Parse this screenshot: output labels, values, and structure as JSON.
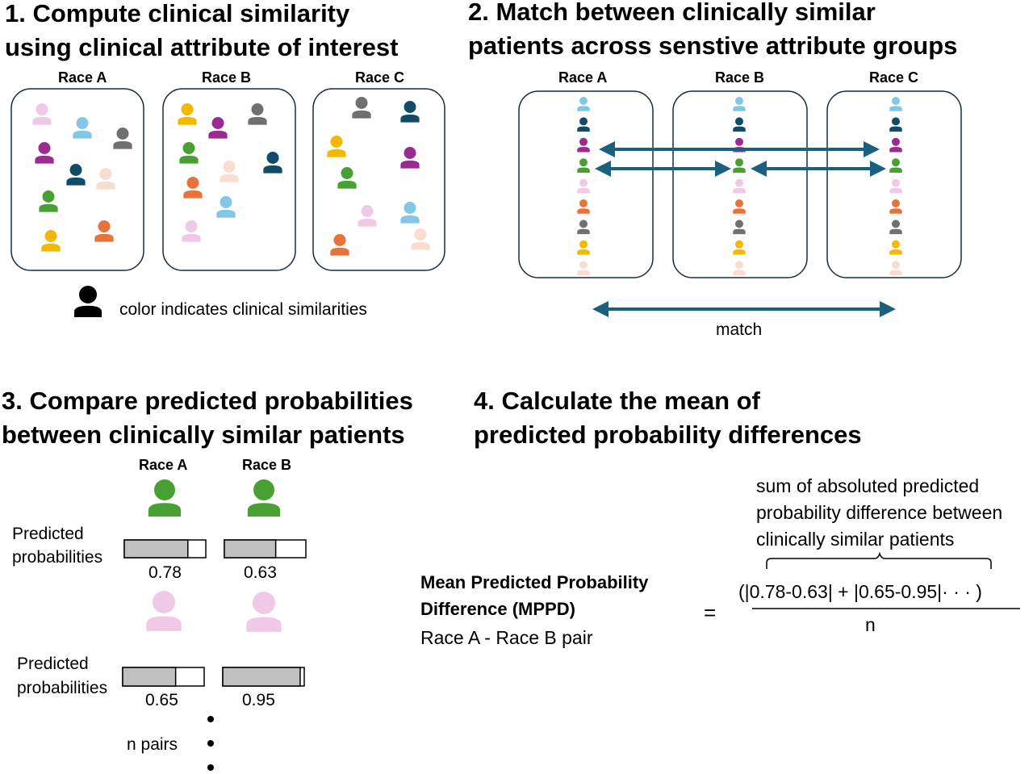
{
  "panel1": {
    "title_line1": "1. Compute clinical similarity",
    "title_line2": "using clinical attribute of interest",
    "groups": [
      "Race A",
      "Race B",
      "Race C"
    ],
    "legend": "color indicates clinical similarities"
  },
  "panel2": {
    "title_line1": "2. Match between clinically similar",
    "title_line2": "patients across senstive attribute groups",
    "groups": [
      "Race A",
      "Race B",
      "Race C"
    ],
    "match_label": "match"
  },
  "panel3": {
    "title_line1": "3. Compare predicted probabilities",
    "title_line2": "between clinically similar patients",
    "groups": [
      "Race A",
      "Race B"
    ],
    "row_label_line1": "Predicted",
    "row_label_line2": "probabilities",
    "pairs": [
      {
        "color": "green",
        "a": 0.78,
        "b": 0.63,
        "a_label": "0.78",
        "b_label": "0.63"
      },
      {
        "color": "pink",
        "a": 0.65,
        "b": 0.95,
        "a_label": "0.65",
        "b_label": "0.95"
      }
    ],
    "n_pairs": "n pairs"
  },
  "panel4": {
    "title_line1": "4. Calculate the mean of",
    "title_line2": "predicted probability differences",
    "brace_line1": "sum of absoluted predicted",
    "brace_line2": "probability difference between",
    "brace_line3": "clinically similar patients",
    "mppd_line1": "Mean Predicted Probability",
    "mppd_line2": "Difference (MPPD)",
    "mppd_line3": "Race A -  Race B pair",
    "equals": "=",
    "numerator": "(|0.78-0.63| + |0.65-0.95|· · · )",
    "denominator": "n"
  },
  "colors": {
    "pink": "#EFC9E6",
    "lightblue": "#82C8E6",
    "gray": "#707070",
    "purple": "#9C2B91",
    "navy": "#114C66",
    "peach": "#F9DDD1",
    "green": "#48A032",
    "yellow": "#F4B800",
    "orange": "#E8733A",
    "arrow": "#1B607E",
    "bar_fill": "#C0C0C0"
  }
}
